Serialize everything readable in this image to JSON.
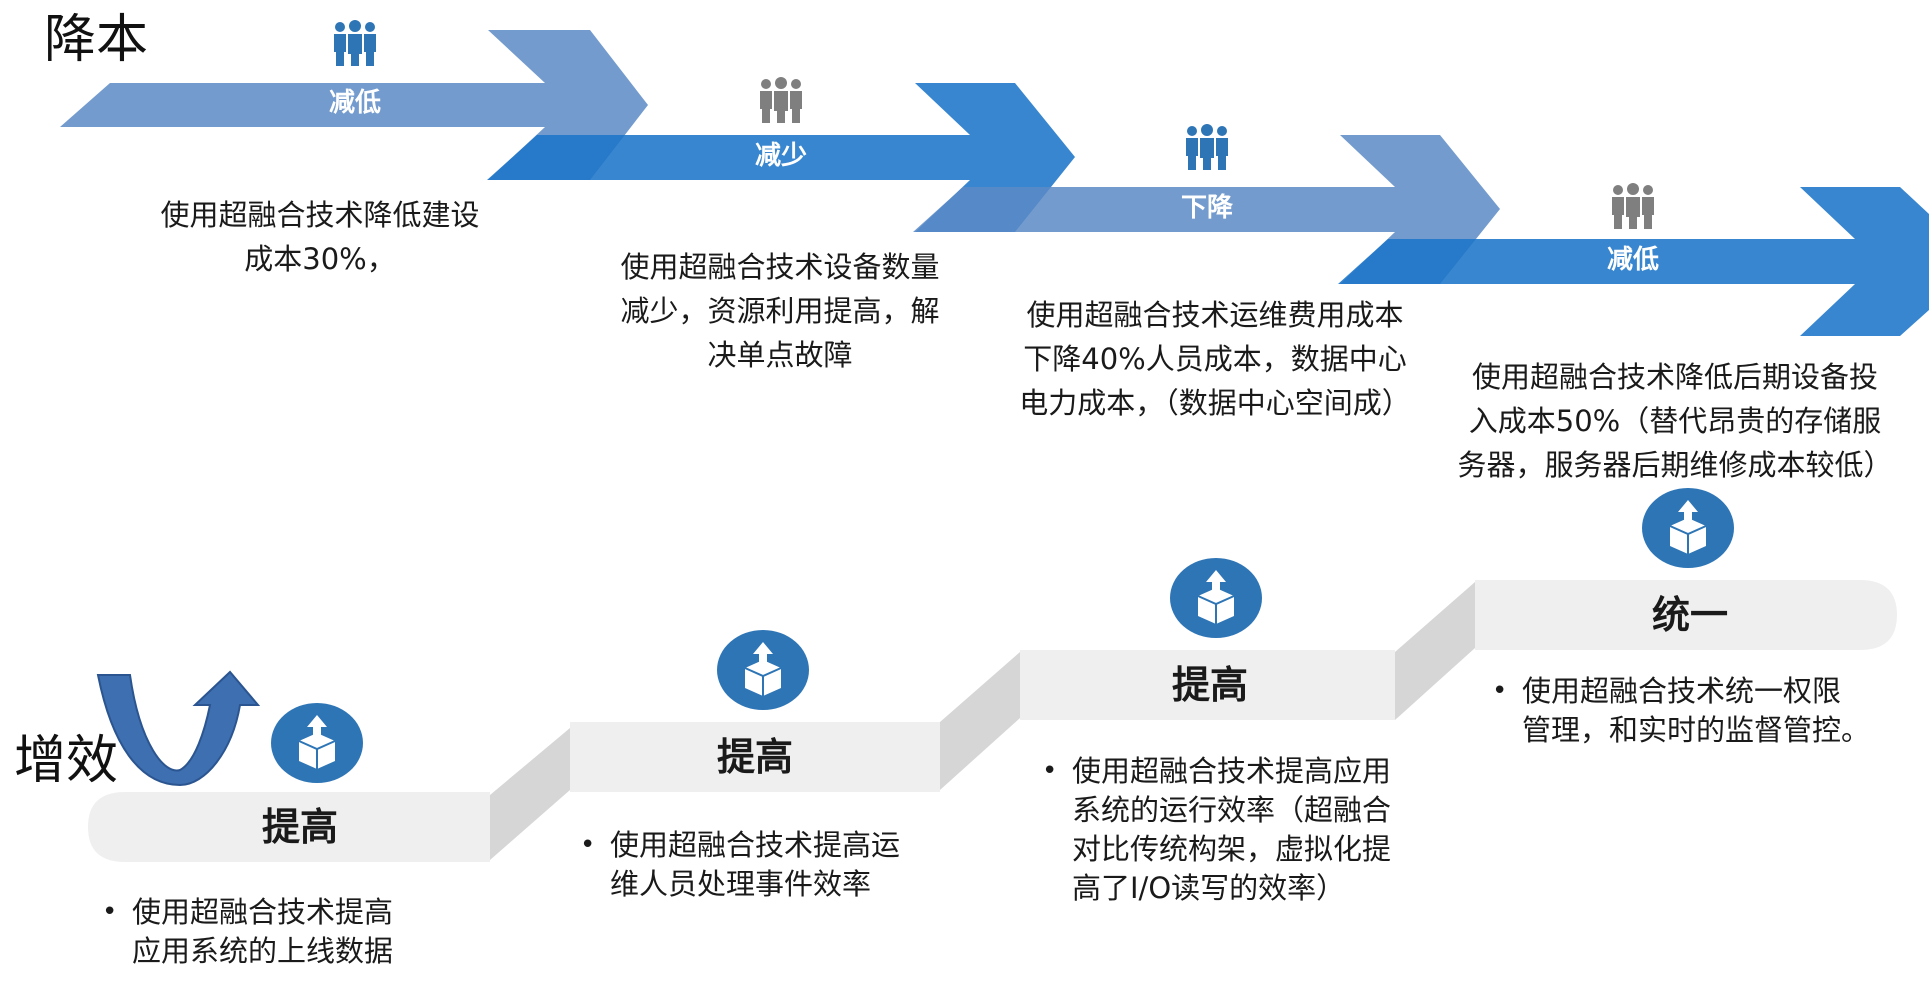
{
  "colors": {
    "arrow_light": "#5B8AC6",
    "arrow_medium": "#2F7FC8",
    "icon_blue": "#2E75B6",
    "icon_gray": "#7F7F7F",
    "step_face": "#EFEFEF",
    "step_side": "#D6D6D6",
    "curve_arrow": "#3E6FB0"
  },
  "reduce_cost": {
    "heading": "降本",
    "arrows": [
      {
        "label": "减低",
        "icon": "people-icon",
        "icon_color": "blue",
        "description": [
          "使用超融合技术降低建设",
          "成本30%，"
        ]
      },
      {
        "label": "减少",
        "icon": "people-icon",
        "icon_color": "gray",
        "description": [
          "使用超融合技术设备数量",
          "减少，资源利用提高，解",
          "决单点故障"
        ]
      },
      {
        "label": "下降",
        "icon": "people-icon",
        "icon_color": "blue",
        "description": [
          "使用超融合技术运维费用成本",
          "下降40%人员成本，数据中心",
          "电力成本，（数据中心空间成）"
        ]
      },
      {
        "label": "减低",
        "icon": "people-icon",
        "icon_color": "gray",
        "description": [
          "使用超融合技术降低后期设备投",
          "入成本50%（替代昂贵的存储服",
          "务器，服务器后期维修成本较低）"
        ]
      }
    ]
  },
  "increase_efficiency": {
    "heading": "增效",
    "steps": [
      {
        "title": "提高",
        "icon": "box-upload-icon",
        "bullets": [
          "使用超融合技术提高",
          "应用系统的上线数据"
        ]
      },
      {
        "title": "提高",
        "icon": "box-upload-icon",
        "bullets": [
          "使用超融合技术提高运",
          "维人员处理事件效率"
        ]
      },
      {
        "title": "提高",
        "icon": "box-upload-icon",
        "bullets": [
          "使用超融合技术提高应用",
          "系统的运行效率（超融合",
          "对比传统构架，虚拟化提",
          "高了I/O读写的效率）"
        ]
      },
      {
        "title": "统一",
        "icon": "box-upload-icon",
        "bullets": [
          "使用超融合技术统一权限",
          "管理，和实时的监督管控。"
        ]
      }
    ]
  }
}
